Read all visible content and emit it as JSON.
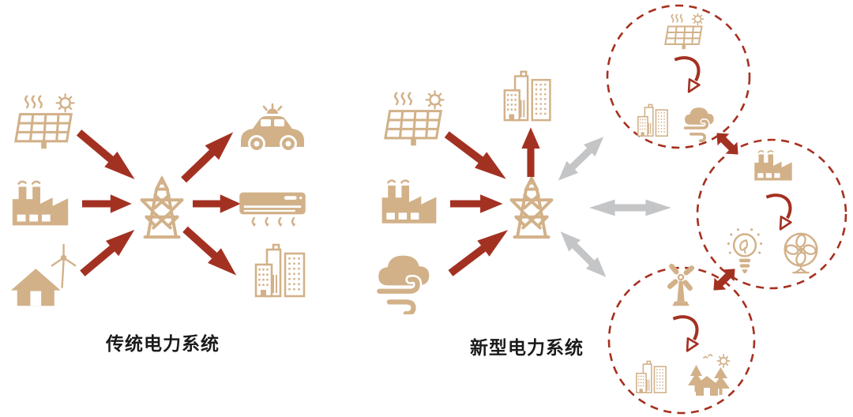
{
  "colors": {
    "background": "#FFFFFF",
    "icon_tan": "#D2B189",
    "arrow_red": "#A33122",
    "dashed_circle_red": "#A6301F",
    "exchange_arrow_gray": "#C4C5C7",
    "label_text": "#1A1A1A"
  },
  "left_diagram": {
    "label": "传统电力系统",
    "source_icons": [
      "solar-panel-icon",
      "factory-icon",
      "house-wind-turbine-icon"
    ],
    "hub_icon": "transmission-tower-icon",
    "load_icons": [
      "car-icon",
      "air-conditioner-icon",
      "city-buildings-icon"
    ]
  },
  "right_diagram": {
    "label": "新型电力系统",
    "source_icons": [
      "solar-panel-icon",
      "factory-icon",
      "wind-cloud-icon"
    ],
    "hub_icon": "transmission-tower-icon",
    "top_load_icon": "city-buildings-icon",
    "microgrids": [
      {
        "name": "microgrid-top",
        "icons": [
          "solar-panel-icon",
          "cycle-arrow-icon",
          "city-buildings-icon",
          "wind-cloud-icon"
        ]
      },
      {
        "name": "microgrid-right",
        "icons": [
          "factory-icon",
          "cycle-arrow-icon",
          "eco-bulb-icon",
          "fan-icon"
        ]
      },
      {
        "name": "microgrid-bottom",
        "icons": [
          "windmill-icon",
          "cycle-arrow-icon",
          "city-buildings-icon",
          "eco-house-trees-icon"
        ]
      }
    ]
  }
}
